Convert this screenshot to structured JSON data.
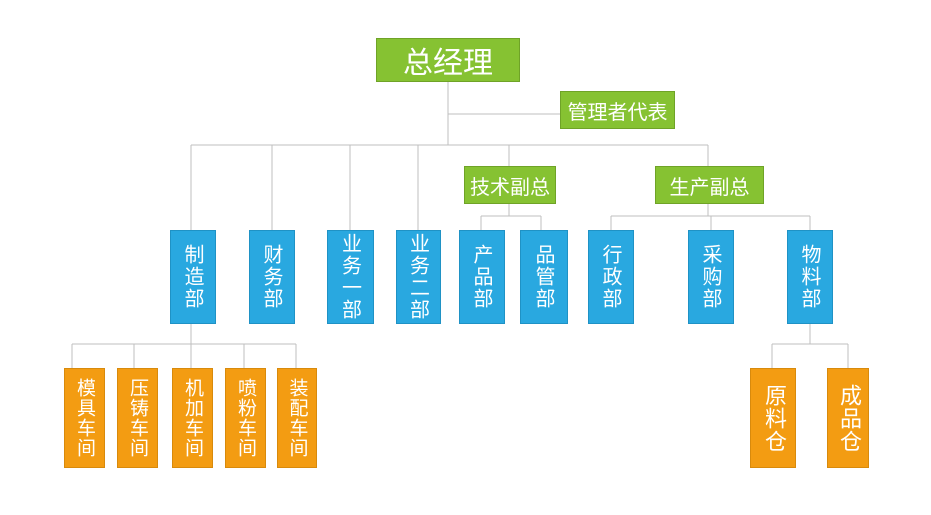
{
  "nodes": {
    "gm": "总经理",
    "mgmt_rep": "管理者代表",
    "tech_vp": "技术副总",
    "prod_vp": "生产副总",
    "manufacturing": "制造部",
    "finance": "财务部",
    "sales1": "业务一部",
    "sales2": "业务二部",
    "product": "产品部",
    "quality": "品管部",
    "admin": "行政部",
    "purchasing": "采购部",
    "materials": "物料部",
    "mold_shop": "模具车间",
    "diecast_shop": "压铸车间",
    "machining_shop": "机加车间",
    "spray_shop": "喷粉车间",
    "assembly_shop": "装配车间",
    "raw_store": "原料仓",
    "finished_store": "成品仓"
  },
  "colors": {
    "executive": "#86c232",
    "department": "#29a8e0",
    "workshop": "#f39c12",
    "connector": "#bfbfbf"
  }
}
